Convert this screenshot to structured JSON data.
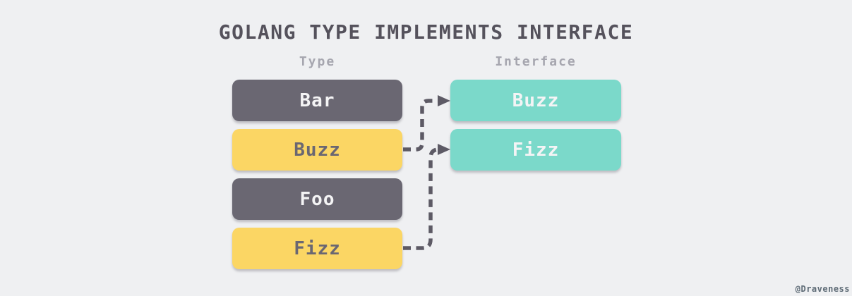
{
  "title": "GOLANG TYPE IMPLEMENTS INTERFACE",
  "watermark": "@Draveness",
  "type_column": {
    "label": "Type",
    "boxes": [
      {
        "label": "Bar",
        "variant": "dark"
      },
      {
        "label": "Buzz",
        "variant": "yellow"
      },
      {
        "label": "Foo",
        "variant": "dark"
      },
      {
        "label": "Fizz",
        "variant": "yellow"
      }
    ]
  },
  "interface_column": {
    "label": "Interface",
    "boxes": [
      {
        "label": "Buzz",
        "variant": "teal"
      },
      {
        "label": "Fizz",
        "variant": "teal"
      }
    ]
  },
  "edges": [
    {
      "from": "Buzz (type)",
      "to": "Buzz (interface)",
      "style": "dashed-arrow"
    },
    {
      "from": "Fizz (type)",
      "to": "Fizz (interface)",
      "style": "dashed-arrow"
    }
  ],
  "colors": {
    "background": "#eff0f2",
    "dark_box": "#6a6772",
    "yellow_box": "#fbd664",
    "teal_box": "#7bd9ca",
    "arrow": "#5d5a65",
    "title_text": "#55525c",
    "column_label_text": "#a6a6af",
    "light_text": "#f4f4f5",
    "dark_text": "#6a6772",
    "watermark_text": "#5e6b76"
  }
}
